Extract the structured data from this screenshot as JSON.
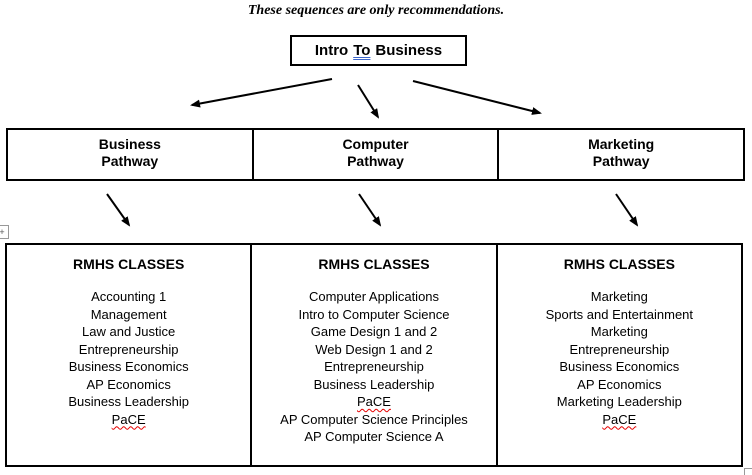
{
  "note": {
    "text": "These sequences are only recommendations."
  },
  "root_box": {
    "parts": [
      "Intro",
      "To",
      "Business"
    ]
  },
  "pathway_row": {
    "cells": [
      {
        "line1": "Business",
        "line2": "Pathway"
      },
      {
        "line1": "Computer",
        "line2": "Pathway"
      },
      {
        "line1": "Marketing",
        "line2": "Pathway"
      }
    ]
  },
  "classes_row": {
    "cells": [
      {
        "heading": "RMHS CLASSES",
        "lines": [
          "Accounting 1",
          "Management",
          "Law and Justice",
          "Entrepreneurship",
          "Business Economics",
          "AP Economics",
          "Business Leadership",
          "PaCE"
        ]
      },
      {
        "heading": "RMHS CLASSES",
        "lines": [
          "Computer Applications",
          "Intro to Computer Science",
          "Game Design 1 and 2",
          "Web Design 1 and 2",
          "Entrepreneurship",
          "Business Leadership",
          "PaCE",
          "AP Computer Science Principles",
          "AP Computer Science A"
        ]
      },
      {
        "heading": "RMHS CLASSES",
        "lines": [
          "Marketing",
          "Sports and Entertainment",
          "Marketing",
          "Entrepreneurship",
          "Business Economics",
          "AP Economics",
          "Marketing Leadership",
          "PaCE"
        ]
      }
    ]
  },
  "handles": {
    "table_move_glyph": "+"
  },
  "colors": {
    "grammar_underline": "#3b66cc",
    "spell_underline": "#e60000",
    "border": "#000000"
  }
}
